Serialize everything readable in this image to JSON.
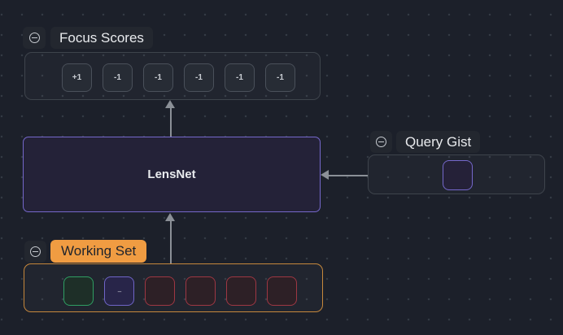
{
  "colors": {
    "canvas_bg": "#1c202a",
    "dot": "#343a44",
    "panel_bg": "#23272f",
    "container_border": "#3e444c",
    "token_border": "#4a505a",
    "token_bg": "#272c35",
    "text_light": "#e8eaed",
    "text_muted": "#c9cdd3",
    "edge": "#8b9097",
    "purple": "#7568cb",
    "lensnet_bg": "#242238",
    "orange": "#f09c42",
    "orange_border": "#c6883c",
    "green_border": "#2f9e63",
    "green_bg": "#1e2f28",
    "red_border": "#9e3743",
    "red_bg": "#2d2026",
    "ws_purple_border": "#6f65c7",
    "ws_purple_bg": "#282549",
    "qg_purple_bg": "#252138",
    "label_text_dark": "#20242c"
  },
  "groups": {
    "focus_scores": {
      "label": "Focus Scores",
      "collapse_icon": "minus-circle",
      "tokens": [
        "+1",
        "-1",
        "-1",
        "-1",
        "-1",
        "-1"
      ]
    },
    "lensnet": {
      "label": "LensNet"
    },
    "query_gist": {
      "label": "Query Gist",
      "collapse_icon": "minus-circle",
      "cells": [
        {
          "color": "purple",
          "text": ""
        }
      ]
    },
    "working_set": {
      "label": "Working Set",
      "collapse_icon": "minus-circle",
      "cells": [
        {
          "color": "green",
          "text": ""
        },
        {
          "color": "purple",
          "text": "–"
        },
        {
          "color": "red",
          "text": ""
        },
        {
          "color": "red",
          "text": ""
        },
        {
          "color": "red",
          "text": ""
        },
        {
          "color": "red",
          "text": ""
        }
      ]
    }
  },
  "edges": [
    {
      "from": "working_set",
      "to": "lensnet",
      "direction": "up"
    },
    {
      "from": "lensnet",
      "to": "focus_scores",
      "direction": "up"
    },
    {
      "from": "query_gist",
      "to": "lensnet",
      "direction": "left"
    }
  ]
}
